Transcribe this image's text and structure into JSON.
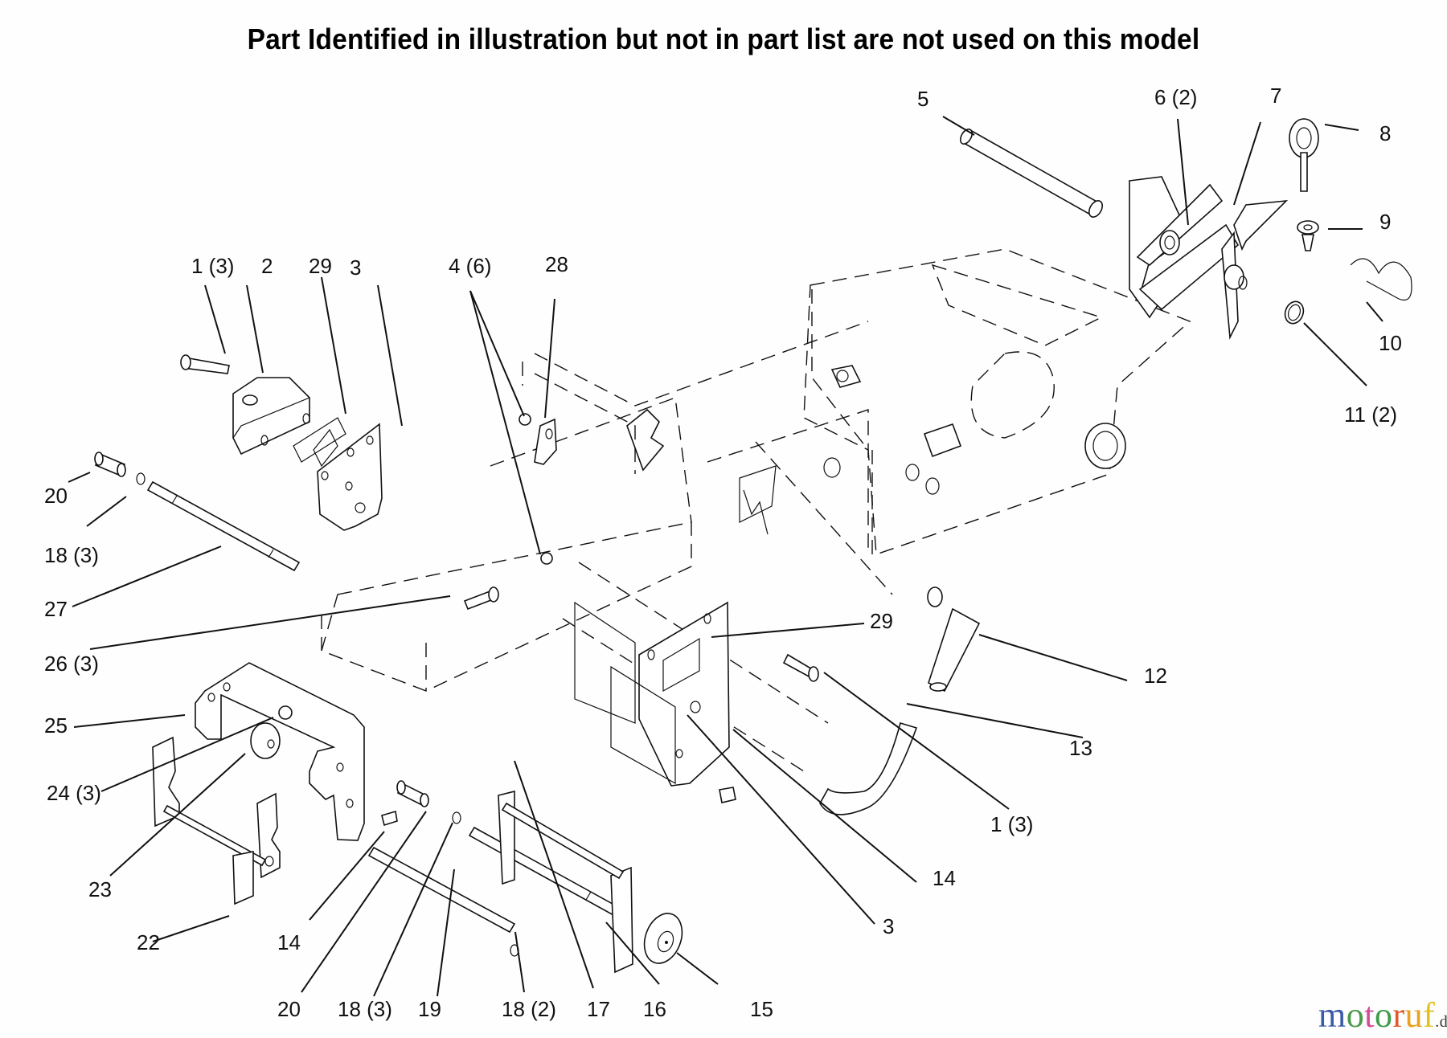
{
  "title": "Part Identified in illustration but not in part list are not used on this model",
  "watermark": {
    "letters": [
      {
        "ch": "m",
        "color": "#3b5aa8"
      },
      {
        "ch": "o",
        "color": "#4a9a4a"
      },
      {
        "ch": "t",
        "color": "#d64a9b"
      },
      {
        "ch": "o",
        "color": "#3f9b4a"
      },
      {
        "ch": "r",
        "color": "#e0592a"
      },
      {
        "ch": "u",
        "color": "#e8a21c"
      },
      {
        "ch": "f",
        "color": "#e3c21d"
      }
    ],
    "tld": ".de"
  },
  "callouts": [
    {
      "id": "c1a",
      "text": "1 (3)"
    },
    {
      "id": "c2",
      "text": "2"
    },
    {
      "id": "c29a",
      "text": "29"
    },
    {
      "id": "c3a",
      "text": "3"
    },
    {
      "id": "c4",
      "text": "4 (6)"
    },
    {
      "id": "c28",
      "text": "28"
    },
    {
      "id": "c5",
      "text": "5"
    },
    {
      "id": "c6",
      "text": "6 (2)"
    },
    {
      "id": "c7",
      "text": "7"
    },
    {
      "id": "c8",
      "text": "8"
    },
    {
      "id": "c9",
      "text": "9"
    },
    {
      "id": "c10",
      "text": "10"
    },
    {
      "id": "c11",
      "text": "11 (2)"
    },
    {
      "id": "c20a",
      "text": "20"
    },
    {
      "id": "c18a",
      "text": "18 (3)"
    },
    {
      "id": "c27",
      "text": "27"
    },
    {
      "id": "c26",
      "text": "26 (3)"
    },
    {
      "id": "c25",
      "text": "25"
    },
    {
      "id": "c24",
      "text": "24 (3)"
    },
    {
      "id": "c23",
      "text": "23"
    },
    {
      "id": "c22",
      "text": "22"
    },
    {
      "id": "c14a",
      "text": "14"
    },
    {
      "id": "c20b",
      "text": "20"
    },
    {
      "id": "c18b",
      "text": "18 (3)"
    },
    {
      "id": "c19",
      "text": "19"
    },
    {
      "id": "c18c",
      "text": "18 (2)"
    },
    {
      "id": "c17",
      "text": "17"
    },
    {
      "id": "c16",
      "text": "16"
    },
    {
      "id": "c15",
      "text": "15"
    },
    {
      "id": "c3b",
      "text": "3"
    },
    {
      "id": "c14b",
      "text": "14"
    },
    {
      "id": "c1b",
      "text": "1 (3)"
    },
    {
      "id": "c13",
      "text": "13"
    },
    {
      "id": "c12",
      "text": "12"
    },
    {
      "id": "c29b",
      "text": "29"
    }
  ]
}
